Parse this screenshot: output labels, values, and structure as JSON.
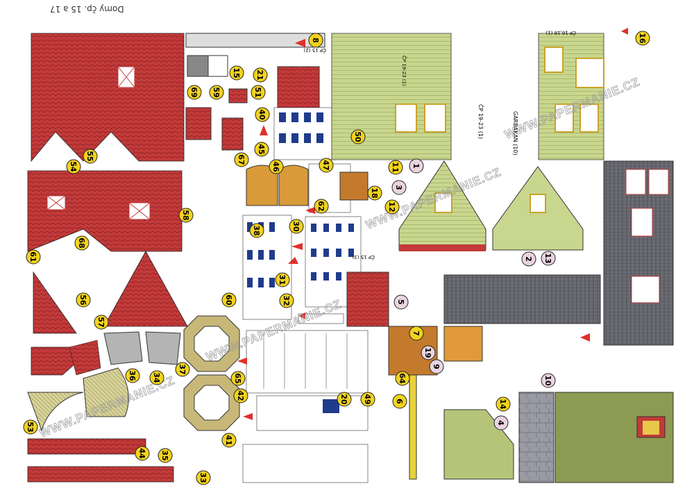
{
  "header": "Domy čp. 15 a 17",
  "watermark": "WWW.PAPERMANIE.CZ",
  "colors": {
    "roof_red": "#c23a3a",
    "roof_dark": "#8a1f1f",
    "wall_green": "#c8d68e",
    "wall_dark_green": "#8c9a52",
    "slate": "#6b6b73",
    "wood": "#c47a2c",
    "badge": "#f2d21e",
    "badge_pink": "#ead4e0",
    "arrow": "#e0302a"
  },
  "parts": [
    {
      "n": "8",
      "bg": "badge"
    },
    {
      "n": "16",
      "bg": "badge"
    },
    {
      "n": "15",
      "bg": "badge"
    },
    {
      "n": "21",
      "bg": "badge"
    },
    {
      "n": "69",
      "bg": "badge"
    },
    {
      "n": "59",
      "bg": "badge"
    },
    {
      "n": "51",
      "bg": "badge"
    },
    {
      "n": "40",
      "bg": "badge"
    },
    {
      "n": "54",
      "bg": "badge"
    },
    {
      "n": "55",
      "bg": "badge"
    },
    {
      "n": "67",
      "bg": "badge"
    },
    {
      "n": "45",
      "bg": "badge"
    },
    {
      "n": "46",
      "bg": "badge"
    },
    {
      "n": "47",
      "bg": "badge"
    },
    {
      "n": "50",
      "bg": "badge"
    },
    {
      "n": "11",
      "bg": "badge"
    },
    {
      "n": "1",
      "bg": "badge_pink"
    },
    {
      "n": "3",
      "bg": "badge_pink"
    },
    {
      "n": "18",
      "bg": "badge"
    },
    {
      "n": "12",
      "bg": "badge"
    },
    {
      "n": "58",
      "bg": "badge"
    },
    {
      "n": "38",
      "bg": "badge"
    },
    {
      "n": "30",
      "bg": "badge"
    },
    {
      "n": "62",
      "bg": "badge"
    },
    {
      "n": "68",
      "bg": "badge"
    },
    {
      "n": "61",
      "bg": "badge"
    },
    {
      "n": "56",
      "bg": "badge"
    },
    {
      "n": "57",
      "bg": "badge"
    },
    {
      "n": "60",
      "bg": "badge"
    },
    {
      "n": "31",
      "bg": "badge"
    },
    {
      "n": "32",
      "bg": "badge"
    },
    {
      "n": "5",
      "bg": "badge_pink"
    },
    {
      "n": "2",
      "bg": "badge_pink"
    },
    {
      "n": "13",
      "bg": "badge_pink"
    },
    {
      "n": "36",
      "bg": "badge"
    },
    {
      "n": "34",
      "bg": "badge"
    },
    {
      "n": "37",
      "bg": "badge"
    },
    {
      "n": "65",
      "bg": "badge"
    },
    {
      "n": "42",
      "bg": "badge"
    },
    {
      "n": "64",
      "bg": "badge"
    },
    {
      "n": "7",
      "bg": "badge"
    },
    {
      "n": "9",
      "bg": "badge_pink"
    },
    {
      "n": "19",
      "bg": "badge_pink"
    },
    {
      "n": "10",
      "bg": "badge_pink"
    },
    {
      "n": "20",
      "bg": "badge"
    },
    {
      "n": "49",
      "bg": "badge"
    },
    {
      "n": "6",
      "bg": "badge"
    },
    {
      "n": "14",
      "bg": "badge"
    },
    {
      "n": "4",
      "bg": "badge_pink"
    },
    {
      "n": "53",
      "bg": "badge"
    },
    {
      "n": "44",
      "bg": "badge"
    },
    {
      "n": "35",
      "bg": "badge"
    },
    {
      "n": "41",
      "bg": "badge"
    },
    {
      "n": "33",
      "bg": "badge"
    }
  ],
  "labels": [
    "ČP 19-23 (1)",
    "GARBAKAN (10)",
    "ČP 15 (2)",
    "ČP 19-23 (1)",
    "ČP 15 (3)",
    "ČP 16,18 (1)"
  ]
}
